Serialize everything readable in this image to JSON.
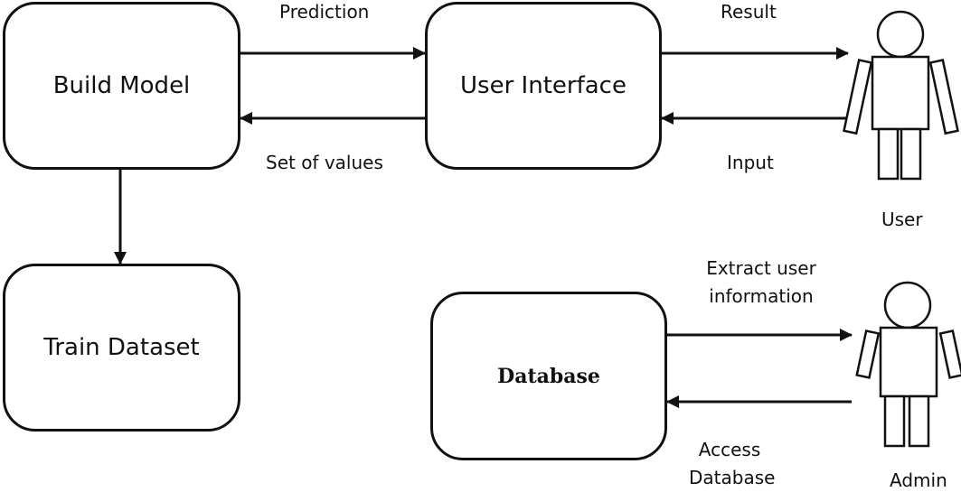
{
  "nodes": {
    "build_model": "Build Model",
    "user_interface": "User Interface",
    "train_dataset": "Train Dataset",
    "database": "Database"
  },
  "edges": {
    "prediction": "Prediction",
    "set_of_values": "Set of values",
    "result": "Result",
    "input": "Input",
    "extract_line1": "Extract user",
    "extract_line2": "information",
    "access_line1": "Access",
    "access_line2": "Database"
  },
  "actors": {
    "user": "User",
    "admin": "Admin"
  }
}
